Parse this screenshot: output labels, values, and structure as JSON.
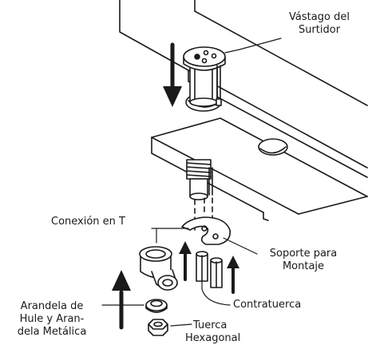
{
  "labels": {
    "stem_line1": "Vástago del",
    "stem_line2": "Surtidor",
    "tee": "Conexión en T",
    "bracket_line1": "Soporte para",
    "bracket_line2": "Montaje",
    "locknut": "Contratuerca",
    "washer_line1": "Arandela de",
    "washer_line2": "Hule y Aran-",
    "washer_line3": "dela Metálica",
    "hexnut_line1": "Tuerca",
    "hexnut_line2": "Hexagonal"
  },
  "colors": {
    "ink": "#1a1a1a",
    "paper": "#ffffff"
  }
}
